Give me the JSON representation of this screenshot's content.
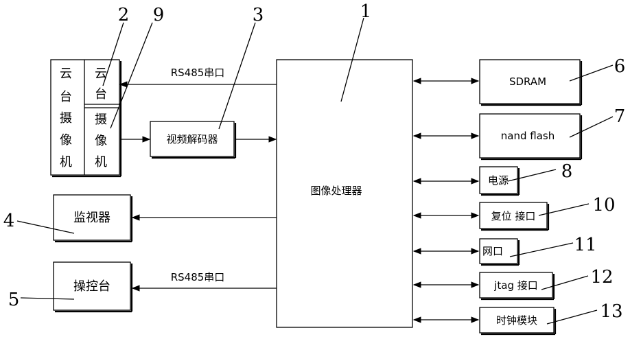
{
  "nodes": {
    "processor": "图像处理器",
    "ptz_camera_chars": [
      "云",
      "台",
      "摄",
      "像",
      "机"
    ],
    "ptz_chars": [
      "云",
      "台"
    ],
    "camera_chars": [
      "摄",
      "像",
      "机"
    ],
    "decoder": "视频解码器",
    "monitor": "监视器",
    "console": "操控台",
    "sdram": "SDRAM",
    "nand_flash": "nand flash",
    "power": "电源",
    "reset": "复位 接口",
    "network": "网口",
    "jtag": "jtag 接口",
    "clock": "时钟模块"
  },
  "edges": {
    "rs485_top": "RS485串口",
    "rs485_bottom": "RS485串口"
  },
  "callouts": {
    "n1": "1",
    "n2": "2",
    "n3": "3",
    "n4": "4",
    "n5": "5",
    "n6": "6",
    "n7": "7",
    "n8": "8",
    "n9": "9",
    "n10": "10",
    "n11": "11",
    "n12": "12",
    "n13": "13"
  }
}
